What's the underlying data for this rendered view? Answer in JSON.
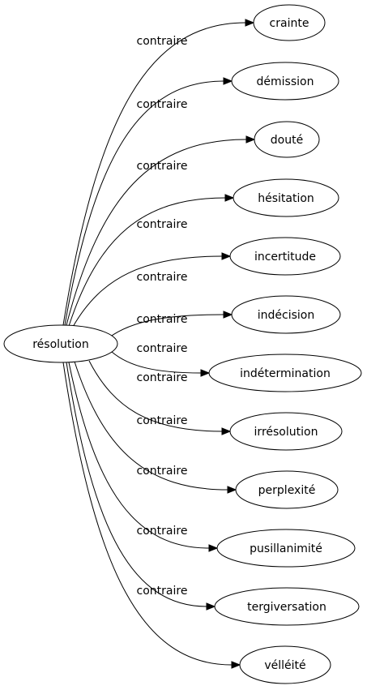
{
  "graph": {
    "source": {
      "label": "résolution"
    },
    "edges": [
      {
        "label": "contraire",
        "target": "crainte"
      },
      {
        "label": "contraire",
        "target": "démission"
      },
      {
        "label": "contraire",
        "target": "douté"
      },
      {
        "label": "contraire",
        "target": "hésitation"
      },
      {
        "label": "contraire",
        "target": "incertitude"
      },
      {
        "label": "contraire",
        "target": "indécision"
      },
      {
        "label": "contraire",
        "target": "indétermination"
      },
      {
        "label": "contraire",
        "target": "irrésolution"
      },
      {
        "label": "contraire",
        "target": "perplexité"
      },
      {
        "label": "contraire",
        "target": "pusillanimité"
      },
      {
        "label": "contraire",
        "target": "tergiversation"
      },
      {
        "label": "contraire",
        "target": "vélléité"
      }
    ]
  }
}
